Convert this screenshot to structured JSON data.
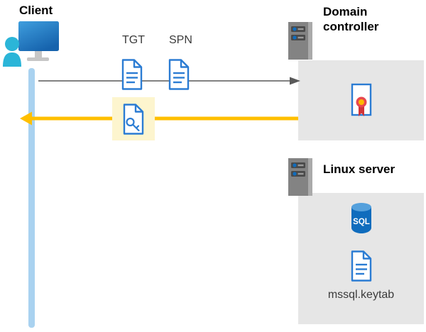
{
  "client": {
    "label": "Client"
  },
  "tickets": {
    "tgt_label": "TGT",
    "spn_label": "SPN"
  },
  "domain_controller": {
    "label": "Domain controller"
  },
  "linux_server": {
    "label": "Linux server",
    "sql_label": "SQL",
    "keytab_label": "mssql.keytab"
  },
  "colors": {
    "document_blue": "#2b7cd3",
    "request_arrow_gray": "#595959",
    "response_arrow_yellow": "#ffbf00",
    "highlight_yellow": "#fdf5ce",
    "server_box_gray": "#e6e6e6",
    "client_bar_blue": "#a9d2f0",
    "person_cyan": "#2bb5d8",
    "sql_blue": "#0f6cbd",
    "seal_red": "#d13438",
    "seal_gold": "#ffb900"
  }
}
